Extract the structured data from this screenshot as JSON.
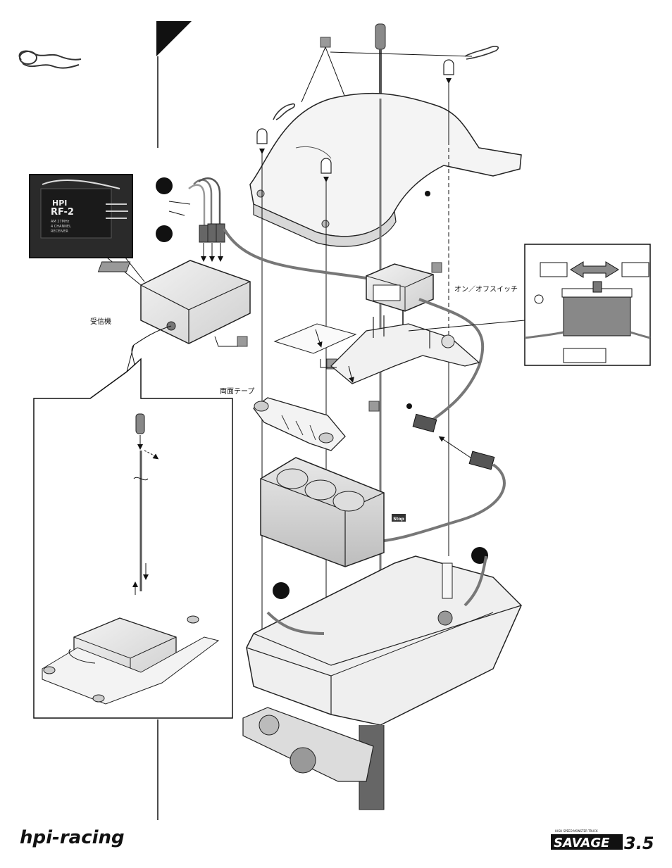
{
  "labels": {
    "switch": "オン／オフスイッチ",
    "receiver": "受信機",
    "tape": "両面テープ",
    "stop": "Stop"
  },
  "receiver_photo": {
    "line1": "RF-2",
    "line2": "AM 27MHz",
    "line3": "4 CHANNEL",
    "line4": "RECEIVER"
  },
  "brands": {
    "left": "hpi-racing",
    "right_small": "HIGH SPEED MONSTER TRUCK",
    "right_main": "SAVAGE",
    "right_num": "3.5"
  }
}
